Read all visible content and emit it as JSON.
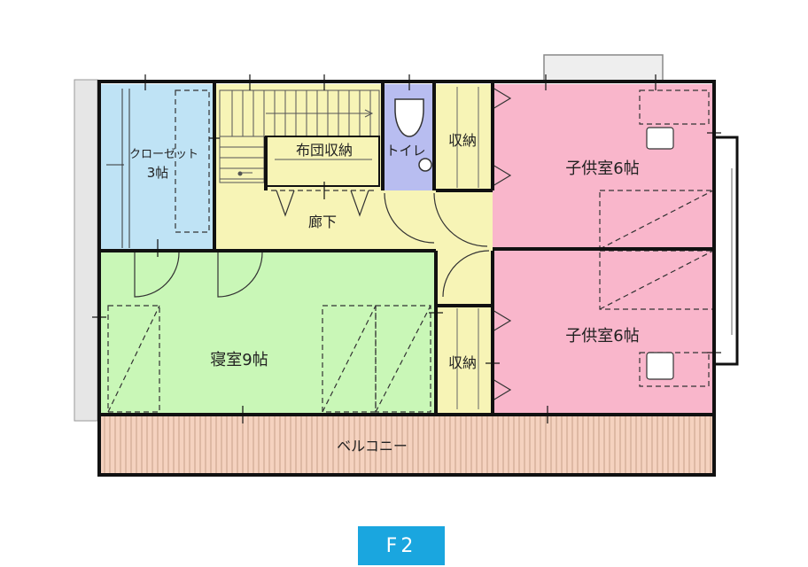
{
  "rooms": {
    "closet": "クローゼット",
    "closet_size": "3帖",
    "futon_storage": "布団収納",
    "toilet": "トイレ",
    "storage_top": "収納",
    "storage_bottom": "収納",
    "hallway": "廊下",
    "child_room_1": "子供室6帖",
    "child_room_2": "子供室6帖",
    "bedroom": "寝室9帖",
    "balcony": "ベルコニー"
  },
  "floor_label": "F2",
  "colors": {
    "closet": "#bfe3f5",
    "hallway": "#f7f4b6",
    "toilet": "#b8bdf0",
    "bedroom": "#c9f7b7",
    "child": "#f9b6cb",
    "balcony": "#f5d2bf",
    "badge": "#1aa6df",
    "wall": "#111111"
  }
}
